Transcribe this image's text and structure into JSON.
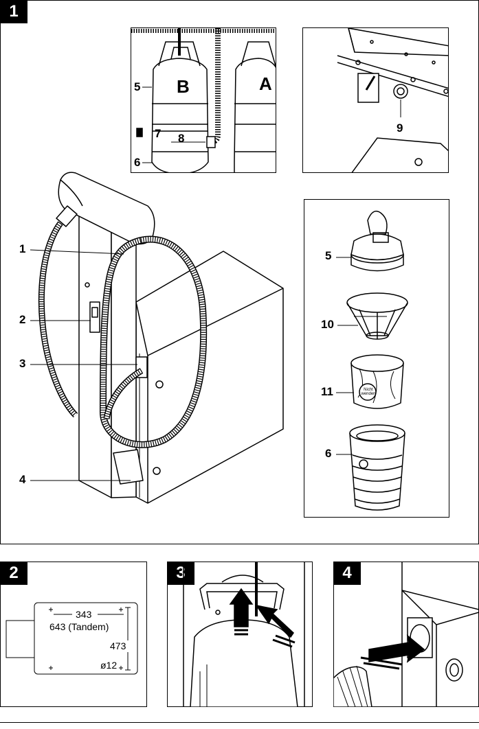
{
  "figures": {
    "f1": {
      "badge": "1"
    },
    "f2": {
      "badge": "2"
    },
    "f3": {
      "badge": "3"
    },
    "f4": {
      "badge": "4"
    }
  },
  "fig1": {
    "callouts_main": [
      "1",
      "2",
      "3",
      "4"
    ],
    "inset_containers": {
      "label_b": "B",
      "label_a": "A",
      "callout_5": "5",
      "callout_7": "7",
      "callout_8": "8",
      "callout_6": "6"
    },
    "inset_ceiling": {
      "callout_9": "9"
    },
    "inset_parts": {
      "callout_5": "5",
      "callout_10": "10",
      "callout_11": "11",
      "callout_6": "6"
    },
    "bag_print": "Nicht wenden"
  },
  "fig2": {
    "dim_width": "343",
    "dim_tandem": "643 (Tandem)",
    "dim_height": "473",
    "dim_hole": "ø12"
  }
}
